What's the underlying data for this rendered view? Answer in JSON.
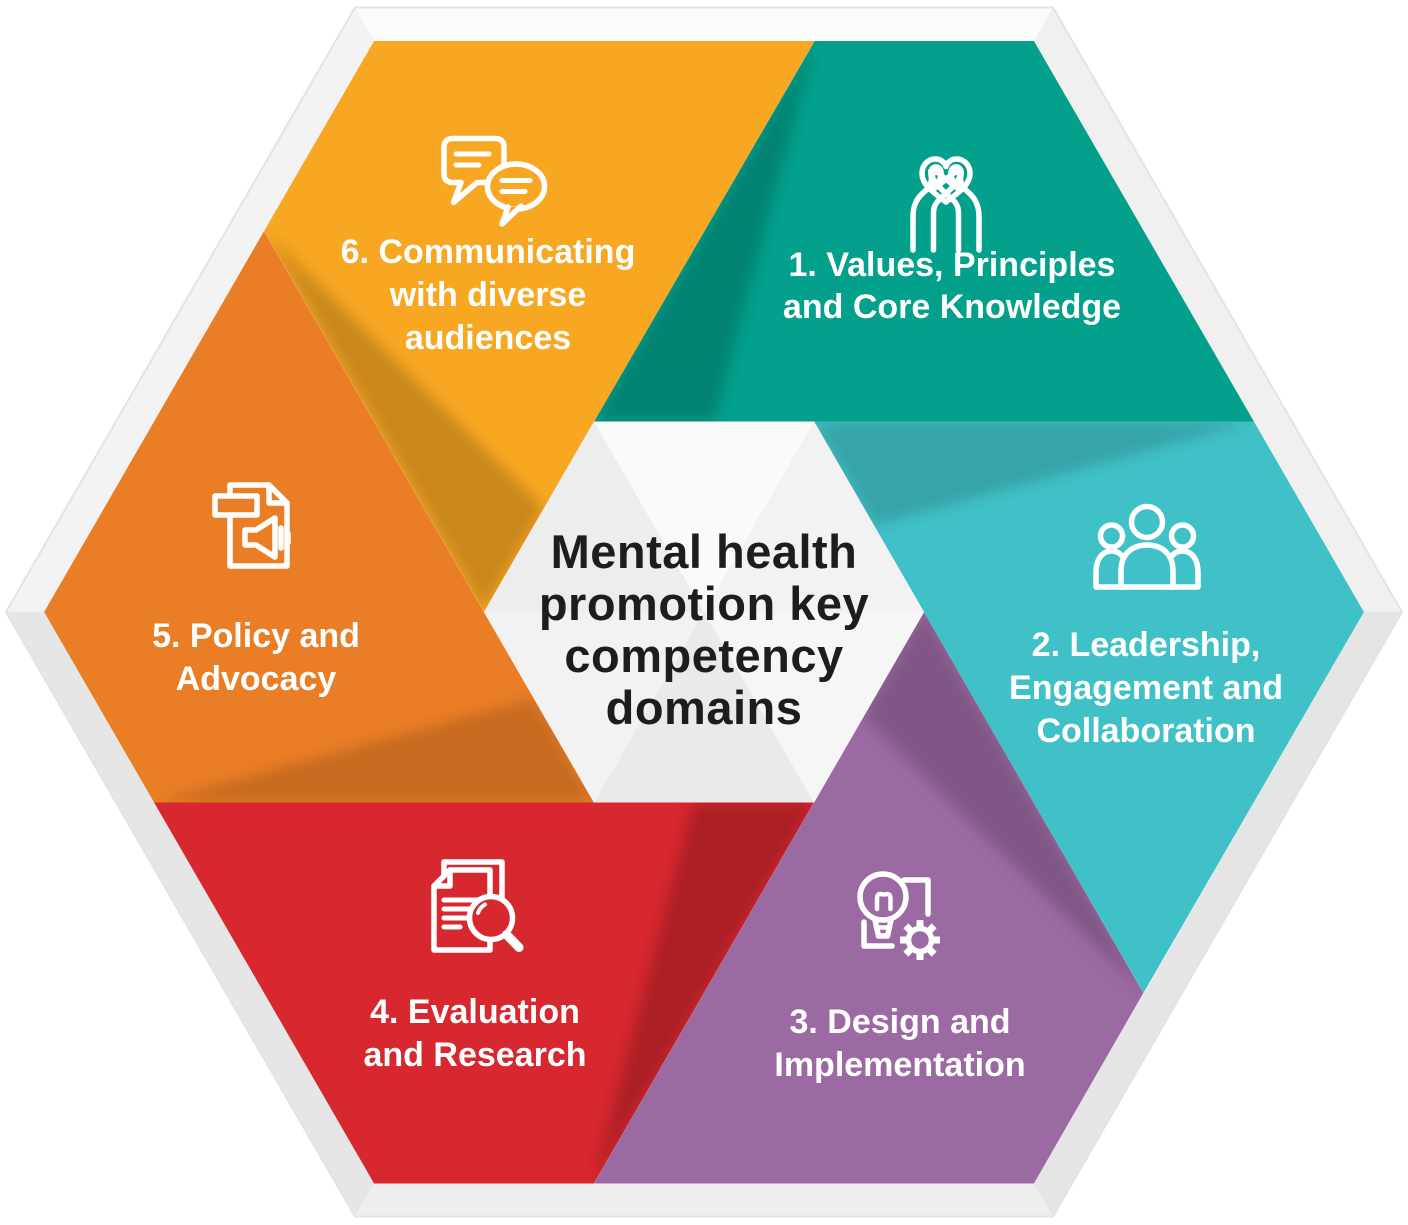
{
  "title": {
    "color": "#1d1d1d",
    "lines": [
      "Mental health",
      "promotion key",
      "competency",
      "domains"
    ]
  },
  "segments": [
    {
      "label": "1. Values, Principles and Core Knowledge",
      "lines": [
        "1. Values, Principles",
        "and Core Knowledge"
      ],
      "color": "#03A08C",
      "icon": "hands-holding-heart-icon"
    },
    {
      "label": "2. Leadership, Engagement and Collaboration",
      "lines": [
        "2. Leadership,",
        "Engagement and",
        "Collaboration"
      ],
      "color": "#40C1C7",
      "icon": "people-group-icon"
    },
    {
      "label": "3. Design and Implementation",
      "lines": [
        "3. Design and",
        "Implementation"
      ],
      "color": "#9C6AA2",
      "icon": "lightbulb-gear-icon"
    },
    {
      "label": "4. Evaluation and Research",
      "lines": [
        "4. Evaluation",
        "and Research"
      ],
      "color": "#D7272F",
      "icon": "documents-magnifier-icon"
    },
    {
      "label": "5. Policy and Advocacy",
      "lines": [
        "5. Policy and",
        "Advocacy"
      ],
      "color": "#EA7E26",
      "icon": "document-megaphone-icon"
    },
    {
      "label": "6. Communicating with diverse audiences",
      "lines": [
        "6. Communicating",
        "with diverse",
        "audiences"
      ],
      "color": "#F7A722",
      "icon": "speech-bubbles-icon"
    }
  ]
}
